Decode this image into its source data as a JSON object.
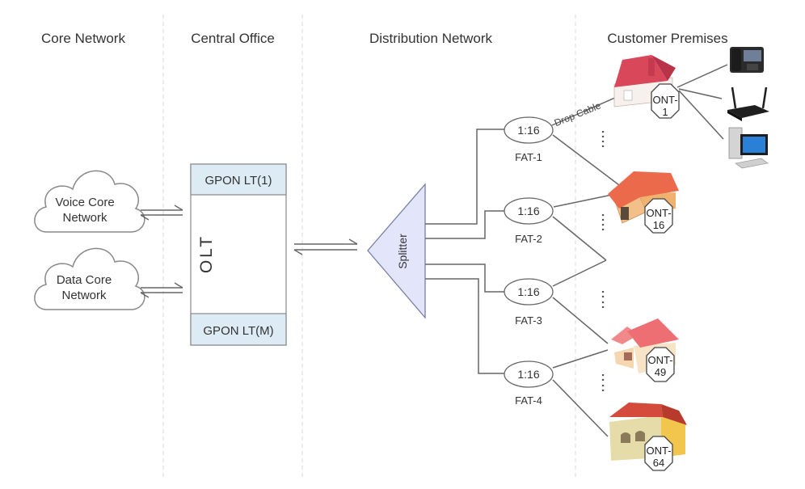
{
  "columns": [
    "Core Network",
    "Central Office",
    "Distribution Network",
    "Customer Premises"
  ],
  "clouds": [
    {
      "line1": "Voice Core",
      "line2": "Network"
    },
    {
      "line1": "Data Core",
      "line2": "Network"
    }
  ],
  "olt": {
    "top_label": "GPON LT(1)",
    "main_label": "OLT",
    "bottom_label": "GPON LT(M)"
  },
  "splitter": {
    "label": "Splitter"
  },
  "fats": [
    {
      "ratio": "1:16",
      "name": "FAT-1"
    },
    {
      "ratio": "1:16",
      "name": "FAT-2"
    },
    {
      "ratio": "1:16",
      "name": "FAT-3"
    },
    {
      "ratio": "1:16",
      "name": "FAT-4"
    }
  ],
  "drop_cable": "Drop Cable",
  "onts": [
    {
      "line1": "ONT-",
      "line2": "1"
    },
    {
      "line1": "ONT-",
      "line2": "16"
    },
    {
      "line1": "ONT-",
      "line2": "49"
    },
    {
      "line1": "ONT-",
      "line2": "64"
    }
  ],
  "ellipsis": ":",
  "devices": [
    "ip-phone-icon",
    "wifi-router-icon",
    "desktop-computer-icon"
  ],
  "colors": {
    "label": "#333333",
    "line": "#666666",
    "splitter_fill": "#e3e6fb",
    "splitter_stroke": "#7a7fa8",
    "olt_header_fill": "#ddebf5",
    "divider": "#d9d9d9"
  }
}
